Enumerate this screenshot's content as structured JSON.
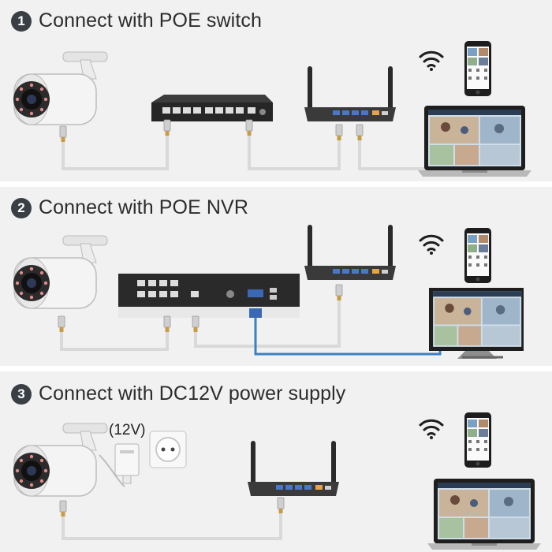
{
  "sections": [
    {
      "number": "1",
      "title": "Connect with POE switch"
    },
    {
      "number": "2",
      "title": "Connect with POE NVR"
    },
    {
      "number": "3",
      "title": "Connect with DC12V power supply"
    }
  ],
  "power_label": "(12V)",
  "colors": {
    "background": "#f1f1f1",
    "divider": "#ffffff",
    "number_badge": "#3a3f45",
    "vga_cable": "#3b7fc4",
    "cable": "#d9d9d9"
  }
}
